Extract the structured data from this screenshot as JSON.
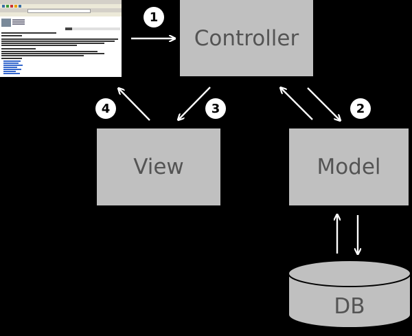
{
  "boxes": {
    "controller": "Controller",
    "view": "View",
    "model": "Model",
    "db": "DB"
  },
  "steps": [
    "1",
    "2",
    "3",
    "4"
  ],
  "colors": {
    "background": "#000000",
    "box_fill": "#c0c0c0",
    "box_text": "#545454",
    "arrow": "#ffffff",
    "badge_fill": "#ffffff",
    "badge_text": "#000000"
  },
  "browser_thumbnail": {
    "description_icon": "browser-window-icon"
  }
}
